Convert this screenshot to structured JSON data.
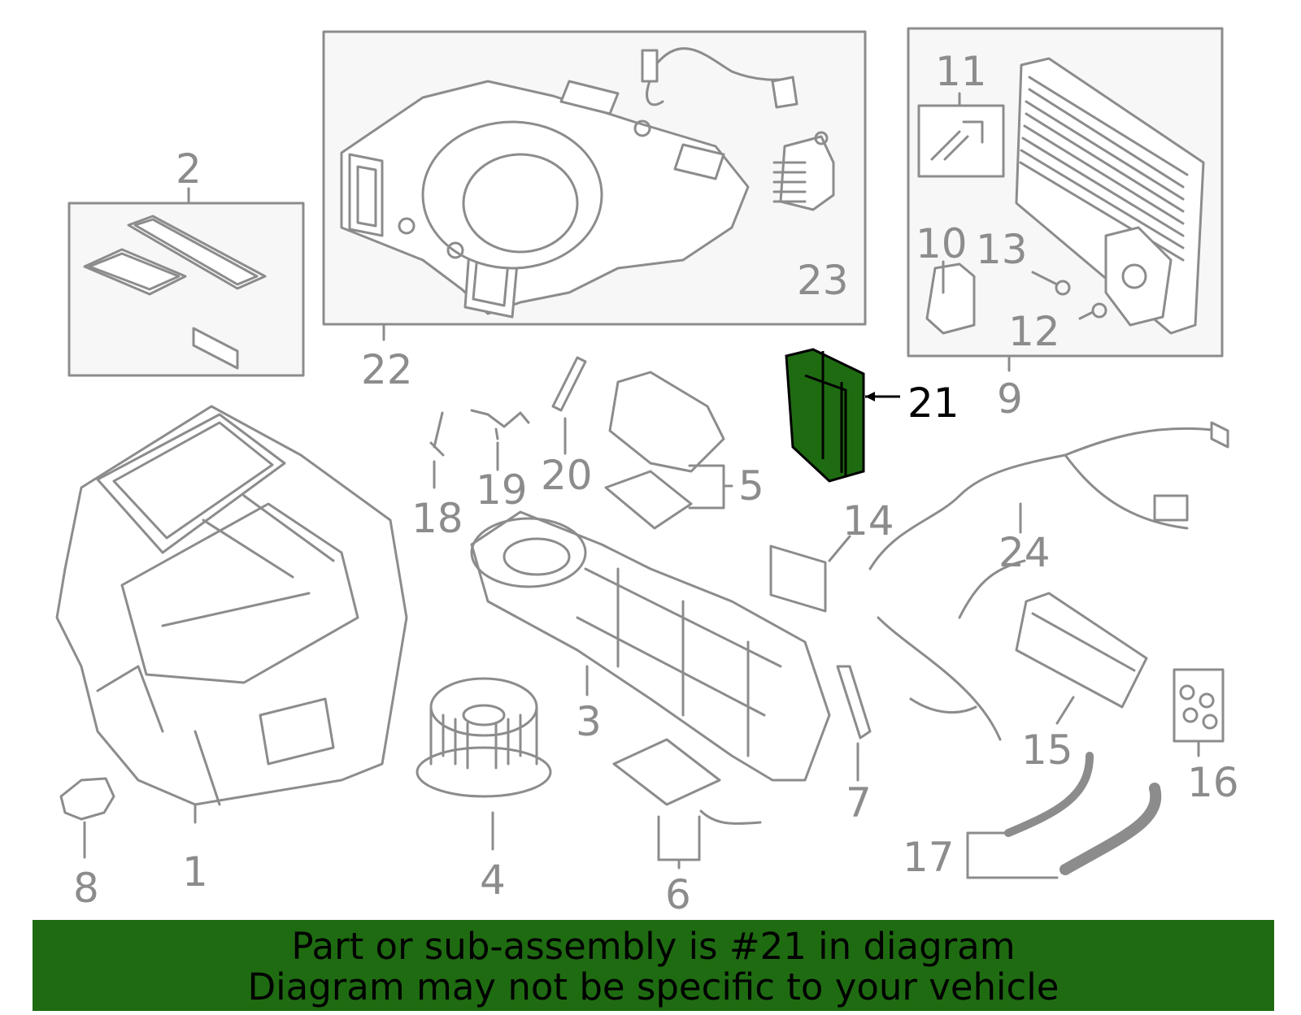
{
  "labels": {
    "l1": "1",
    "l2": "2",
    "l3": "3",
    "l4": "4",
    "l5": "5",
    "l6": "6",
    "l7": "7",
    "l8": "8",
    "l9": "9",
    "l10": "10",
    "l11": "11",
    "l12": "12",
    "l13": "13",
    "l14": "14",
    "l15": "15",
    "l16": "16",
    "l17": "17",
    "l18": "18",
    "l19": "19",
    "l20": "20",
    "l21": "21",
    "l22": "22",
    "l23": "23",
    "l24": "24"
  },
  "highlight": {
    "part": "21",
    "color": "#1f6b12"
  },
  "banner": {
    "line1": "Part or sub-assembly is #21 in diagram",
    "line2": "Diagram may not be specific to your vehicle"
  },
  "colors": {
    "stroke": "#8c8c8c",
    "box_fill": "#f7f7f7",
    "banner_bg": "#1f6b12"
  }
}
